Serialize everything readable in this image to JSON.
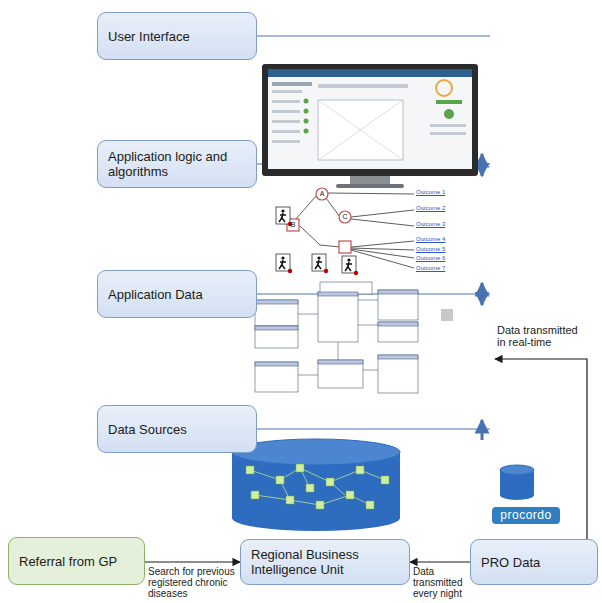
{
  "diagram": {
    "nodes": [
      {
        "text": [
          "User Interface"
        ]
      },
      {
        "text": [
          "Application logic and algorithms"
        ]
      },
      {
        "text": [
          "Application Data"
        ]
      },
      {
        "text": [
          "Data Sources"
        ]
      },
      {
        "text": [
          "Referral from GP"
        ]
      },
      {
        "text": [
          "Regional Business Intelligence Unit"
        ]
      },
      {
        "text": [
          "PRO Data"
        ]
      }
    ],
    "edges": [
      {
        "from": 4,
        "to": 5,
        "arrow": "to",
        "label": "Search for previous registered chronic diseases"
      },
      {
        "from": 6,
        "to": 5,
        "arrow": "to",
        "label": "Data transmitted every night"
      }
    ],
    "labels": [
      "Outcome 1",
      "Outcome 2",
      "Outcome 3",
      "Outcome 4",
      "Outcome 5",
      "Outcome 6",
      "Outcome 7",
      "A",
      "B",
      "C",
      "Data transmitted in real-time",
      "procordo"
    ]
  }
}
